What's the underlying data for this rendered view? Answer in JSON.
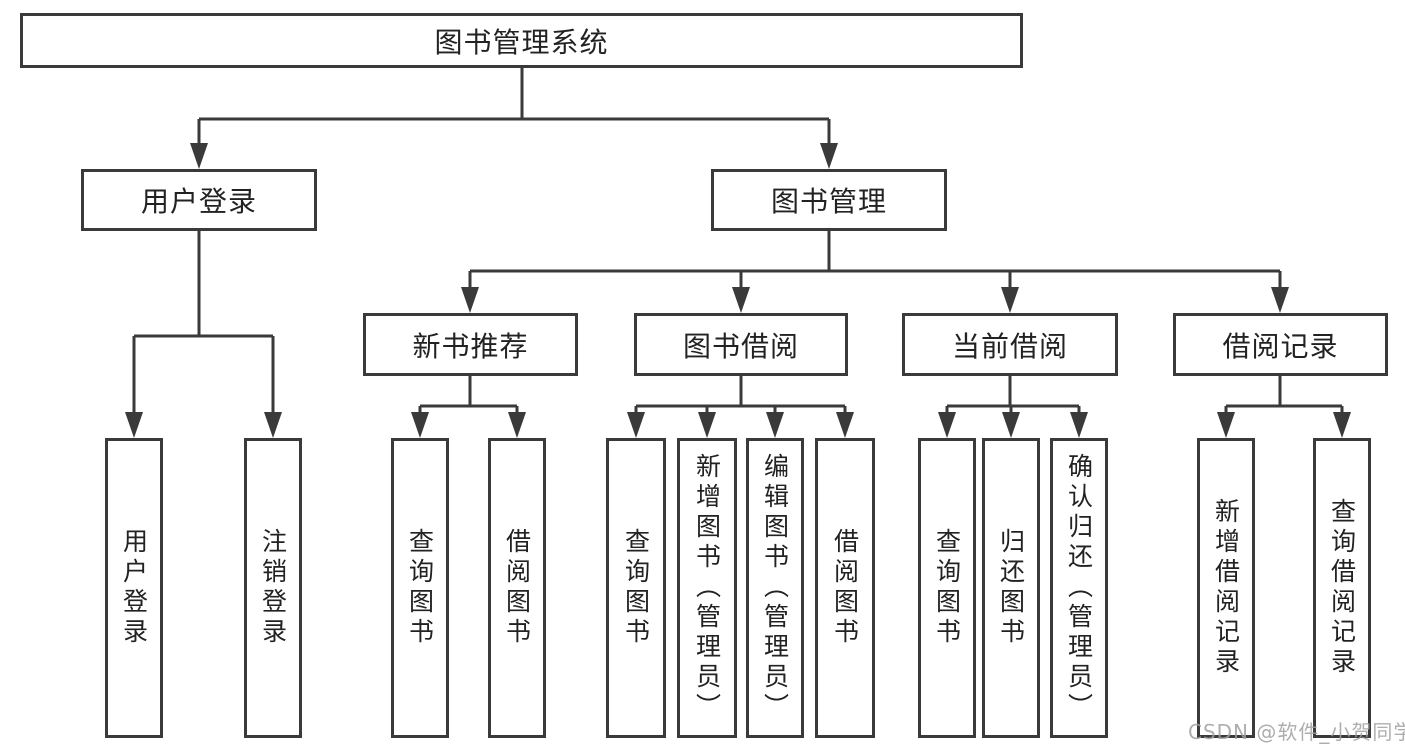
{
  "diagram": {
    "type": "org-tree",
    "title": "图书管理系统",
    "colors": {
      "line": "#3a3a3a",
      "border": "#3a3a3a",
      "text": "#222222",
      "background": "#ffffff",
      "watermark": "#a0a0a0"
    },
    "tree": {
      "root": {
        "label": "图书管理系统",
        "children": [
          {
            "label": "用户登录",
            "children": [
              {
                "label": "用户登录"
              },
              {
                "label": "注销登录"
              }
            ]
          },
          {
            "label": "图书管理",
            "children": [
              {
                "label": "新书推荐",
                "children": [
                  {
                    "label": "查询图书"
                  },
                  {
                    "label": "借阅图书"
                  }
                ]
              },
              {
                "label": "图书借阅",
                "children": [
                  {
                    "label": "查询图书"
                  },
                  {
                    "label": "新增图书（管理员）"
                  },
                  {
                    "label": "编辑图书（管理员）"
                  },
                  {
                    "label": "借阅图书"
                  }
                ]
              },
              {
                "label": "当前借阅",
                "children": [
                  {
                    "label": "查询图书"
                  },
                  {
                    "label": "归还图书"
                  },
                  {
                    "label": "确认归还（管理员）"
                  }
                ]
              },
              {
                "label": "借阅记录",
                "children": [
                  {
                    "label": "新增借阅记录"
                  },
                  {
                    "label": "查询借阅记录"
                  }
                ]
              }
            ]
          }
        ]
      }
    }
  },
  "watermark": {
    "text": "CSDN @软件_小贺同学"
  }
}
